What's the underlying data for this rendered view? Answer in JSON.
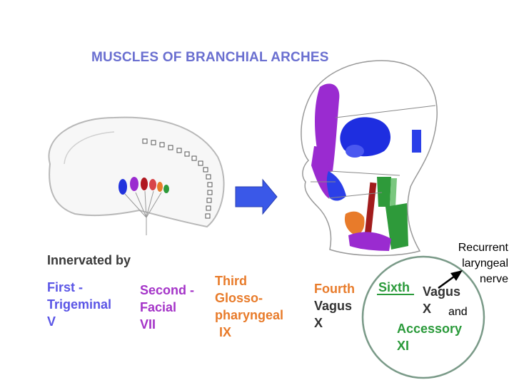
{
  "title": "MUSCLES OF BRANCHIAL ARCHES",
  "innervated_by": "Innervated by",
  "nerves": {
    "first": {
      "line1": "First -",
      "line2": "Trigeminal",
      "line3": "V"
    },
    "second": {
      "line1": "Second -",
      "line2": "Facial",
      "line3": "VII"
    },
    "third": {
      "line1": "Third",
      "line2": "Glosso-",
      "line3": "pharyngeal",
      "line4": "IX"
    },
    "fourth": {
      "line1": "Fourth",
      "line2": "Vagus",
      "line3": "X"
    },
    "sixth": {
      "label": "Sixth",
      "vagus": "Vagus",
      "x": "X",
      "and": "and",
      "accessory": "Accessory",
      "xi": "XI"
    }
  },
  "callout": {
    "line1": "Recurrent",
    "line2": "laryngeal",
    "line3": "nerve"
  },
  "colors": {
    "title": "#6a6fd0",
    "first": "#5a55e6",
    "second": "#a433c8",
    "third": "#e87b2a",
    "fourth_label": "#e87b2a",
    "sixth": "#2a9a3a",
    "circle": "#7a9a88",
    "purple_muscle": "#9a2bd0",
    "blue_muscle": "#1e2ee0",
    "green_muscle": "#2e9a3a",
    "red_muscle": "#a11c1c",
    "arrow": "#3a58e8"
  }
}
